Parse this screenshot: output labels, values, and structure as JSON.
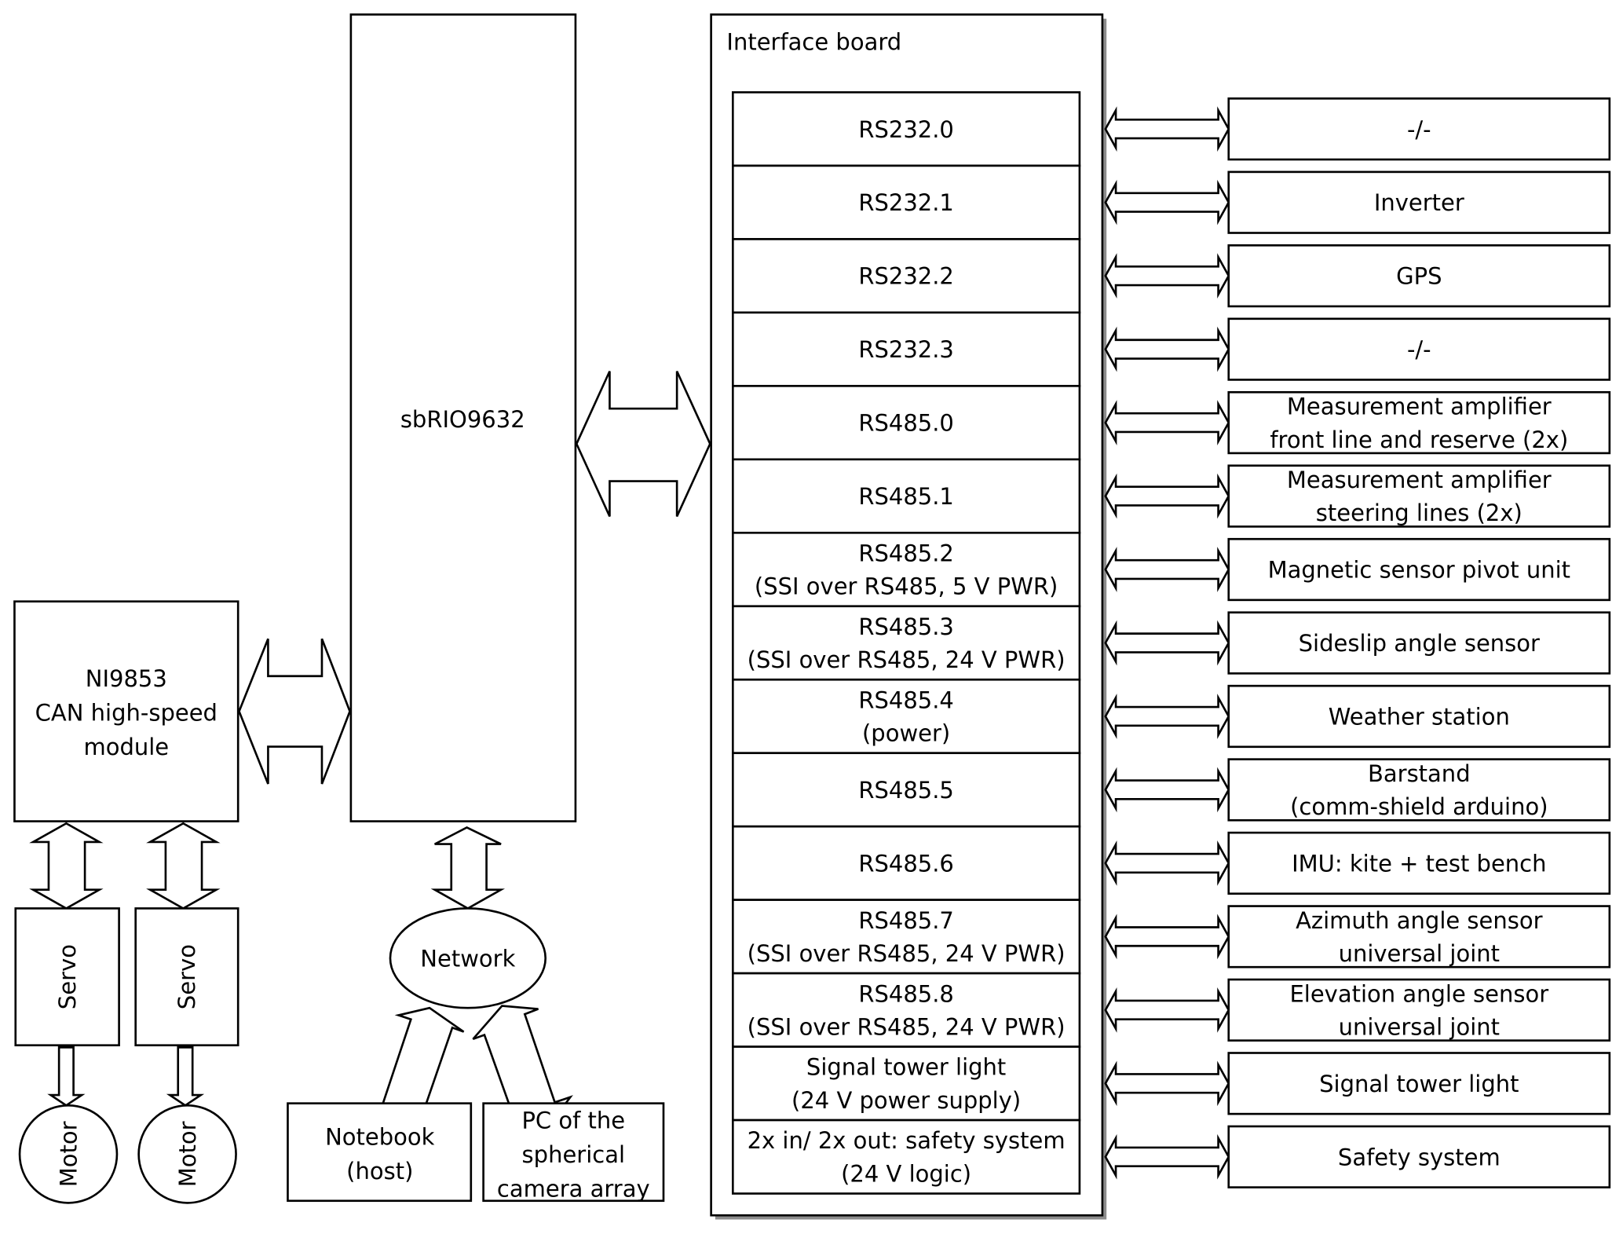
{
  "diagram": {
    "colors": {
      "stroke": "#000000",
      "fill": "#ffffff",
      "shadow": "#8c8c8c"
    },
    "controller": {
      "label": "sbRIO9632"
    },
    "can_module": {
      "lines": [
        "NI9853",
        "CAN high-speed",
        "module"
      ]
    },
    "servos": [
      {
        "label": "Servo"
      },
      {
        "label": "Servo"
      }
    ],
    "motors": [
      {
        "label": "Motor"
      },
      {
        "label": "Motor"
      }
    ],
    "network": {
      "label": "Network"
    },
    "hosts": [
      {
        "lines": [
          "Notebook",
          "(host)"
        ]
      },
      {
        "lines": [
          "PC of the",
          "spherical",
          "camera array"
        ]
      }
    ],
    "interface_board": {
      "title": "Interface board",
      "ports": [
        {
          "lines": [
            "RS232.0"
          ],
          "device": [
            "-/-"
          ]
        },
        {
          "lines": [
            "RS232.1"
          ],
          "device": [
            "Inverter"
          ]
        },
        {
          "lines": [
            "RS232.2"
          ],
          "device": [
            "GPS"
          ]
        },
        {
          "lines": [
            "RS232.3"
          ],
          "device": [
            "-/-"
          ]
        },
        {
          "lines": [
            "RS485.0"
          ],
          "device": [
            "Measurement amplifier",
            "front line and reserve (2x)"
          ]
        },
        {
          "lines": [
            "RS485.1"
          ],
          "device": [
            "Measurement amplifier",
            "steering lines (2x)"
          ]
        },
        {
          "lines": [
            "RS485.2",
            "(SSI over RS485, 5 V PWR)"
          ],
          "device": [
            "Magnetic sensor pivot unit"
          ]
        },
        {
          "lines": [
            "RS485.3",
            "(SSI over RS485, 24 V PWR)"
          ],
          "device": [
            "Sideslip angle sensor"
          ]
        },
        {
          "lines": [
            "RS485.4",
            "(power)"
          ],
          "device": [
            "Weather station"
          ]
        },
        {
          "lines": [
            "RS485.5"
          ],
          "device": [
            "Barstand",
            "(comm-shield arduino)"
          ]
        },
        {
          "lines": [
            "RS485.6"
          ],
          "device": [
            "IMU: kite + test bench"
          ]
        },
        {
          "lines": [
            "RS485.7",
            "(SSI over RS485, 24 V PWR)"
          ],
          "device": [
            "Azimuth angle sensor",
            "universal joint"
          ]
        },
        {
          "lines": [
            "RS485.8",
            "(SSI over RS485, 24 V PWR)"
          ],
          "device": [
            "Elevation angle sensor",
            "universal joint"
          ]
        },
        {
          "lines": [
            "Signal tower light",
            "(24 V power supply)"
          ],
          "device": [
            "Signal tower light"
          ]
        },
        {
          "lines": [
            "2x in/ 2x out: safety system",
            "(24 V logic)"
          ],
          "device": [
            "Safety system"
          ]
        }
      ]
    }
  }
}
